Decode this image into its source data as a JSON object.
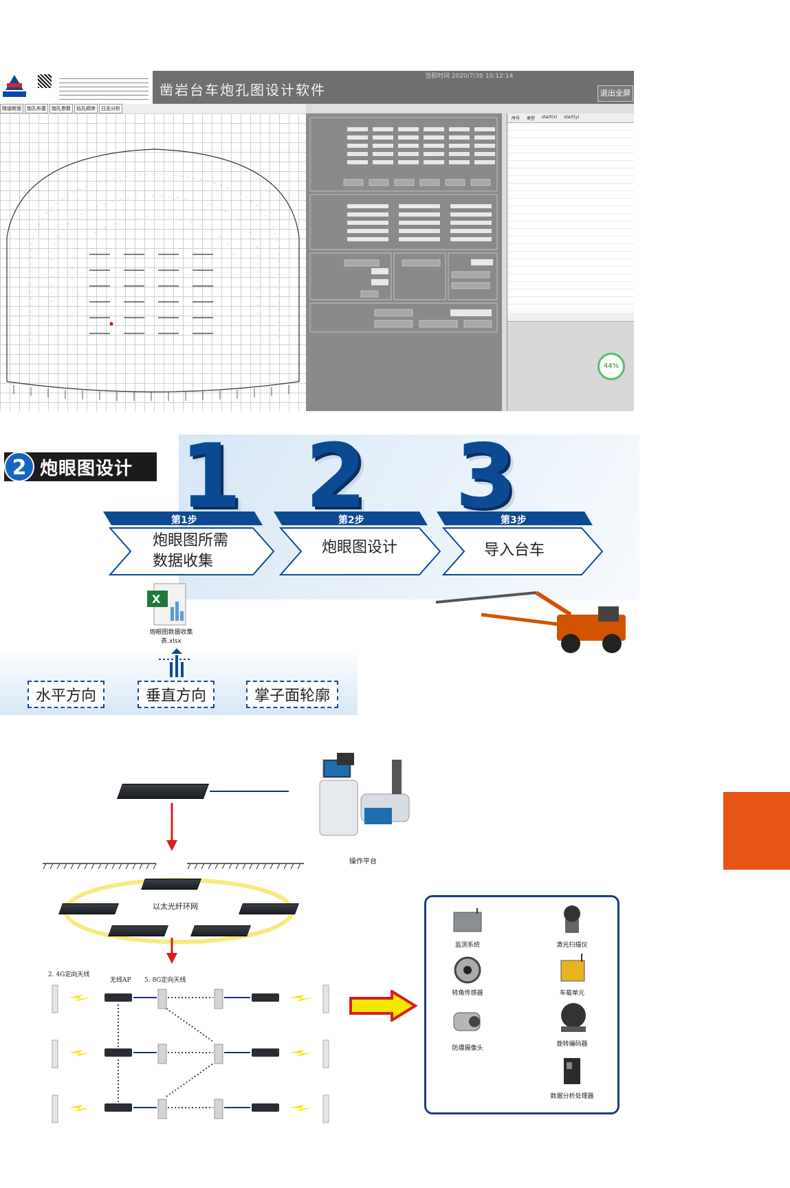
{
  "software": {
    "title": "凿岩台车炮孔图设计软件",
    "time_text": "当前时间 2020/7/30 10:12:14",
    "exit_button": "退出全屏",
    "tabs": [
      "隧道断面",
      "炮孔布置",
      "炮孔参数",
      "钻孔顺序",
      "日志分析"
    ],
    "progress": "44%",
    "table_headers": [
      "序号",
      "类型",
      "start(x)",
      "start(y)"
    ]
  },
  "steps": {
    "section_number": "2",
    "section_title": "炮眼图设计",
    "items": [
      {
        "big": "1",
        "step_label": "第1步",
        "text_line1": "炮眼图所需",
        "text_line2": "数据收集"
      },
      {
        "big": "2",
        "step_label": "第2步",
        "text_line1": "炮眼图设计",
        "text_line2": ""
      },
      {
        "big": "3",
        "step_label": "第3步",
        "text_line1": "导入台车",
        "text_line2": ""
      }
    ],
    "file_name_line1": "炮眼图数据收集",
    "file_name_line2": "表.xlsx",
    "sources": [
      "水平方向",
      "垂直方向",
      "掌子面轮廓"
    ]
  },
  "network": {
    "operator_label": "操作平台",
    "ring_label": "以太光纤环网",
    "antenna_label_1": "2. 4G定向天线",
    "ap_label": "无线AP",
    "antenna_label_2": "5. 8G定向天线",
    "devices": [
      "监测系统",
      "激光扫描仪",
      "转角传感器",
      "车载单元",
      "防爆摄像头",
      "旋转编码器",
      "数据分析处理器"
    ]
  },
  "colors": {
    "accent_blue": "#0d4a94",
    "orange_block": "#e85412",
    "arrow_red": "#d81e1e",
    "arrow_yellow": "#f4e600"
  }
}
